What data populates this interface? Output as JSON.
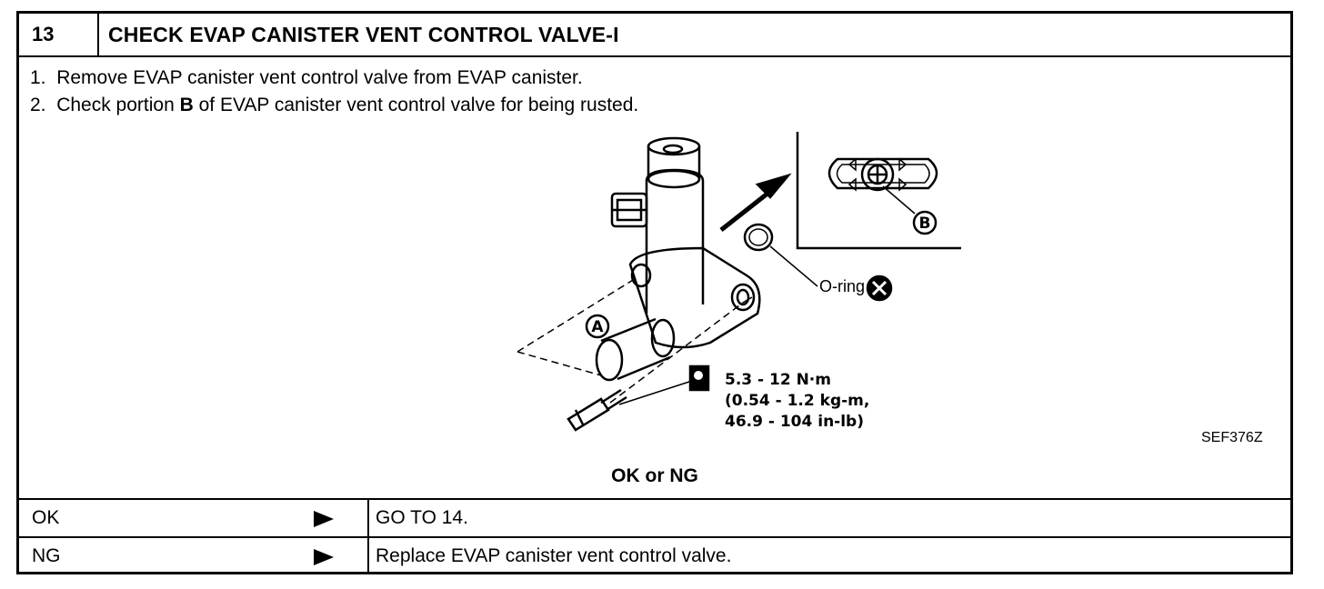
{
  "header": {
    "number": "13",
    "title": "CHECK EVAP CANISTER VENT CONTROL VALVE-I"
  },
  "steps": [
    {
      "num": "1.",
      "pre": "Remove EVAP canister vent control valve from EVAP canister.",
      "bold": "",
      "post": ""
    },
    {
      "num": "2.",
      "pre": "Check portion ",
      "bold": "B",
      "post": " of EVAP canister vent control valve for being rusted."
    }
  ],
  "diagram": {
    "label_a": "A",
    "label_b": "B",
    "oring_label": "O-ring",
    "torque_lines": [
      "5.3 - 12 N·m",
      "(0.54 - 1.2 kg-m,",
      "46.9 - 104 in-lb)"
    ],
    "ref_code": "SEF376Z"
  },
  "ok_ng_title": "OK or NG",
  "results": [
    {
      "label": "OK",
      "action": "GO TO 14."
    },
    {
      "label": "NG",
      "action": "Replace EVAP canister vent control valve."
    }
  ]
}
